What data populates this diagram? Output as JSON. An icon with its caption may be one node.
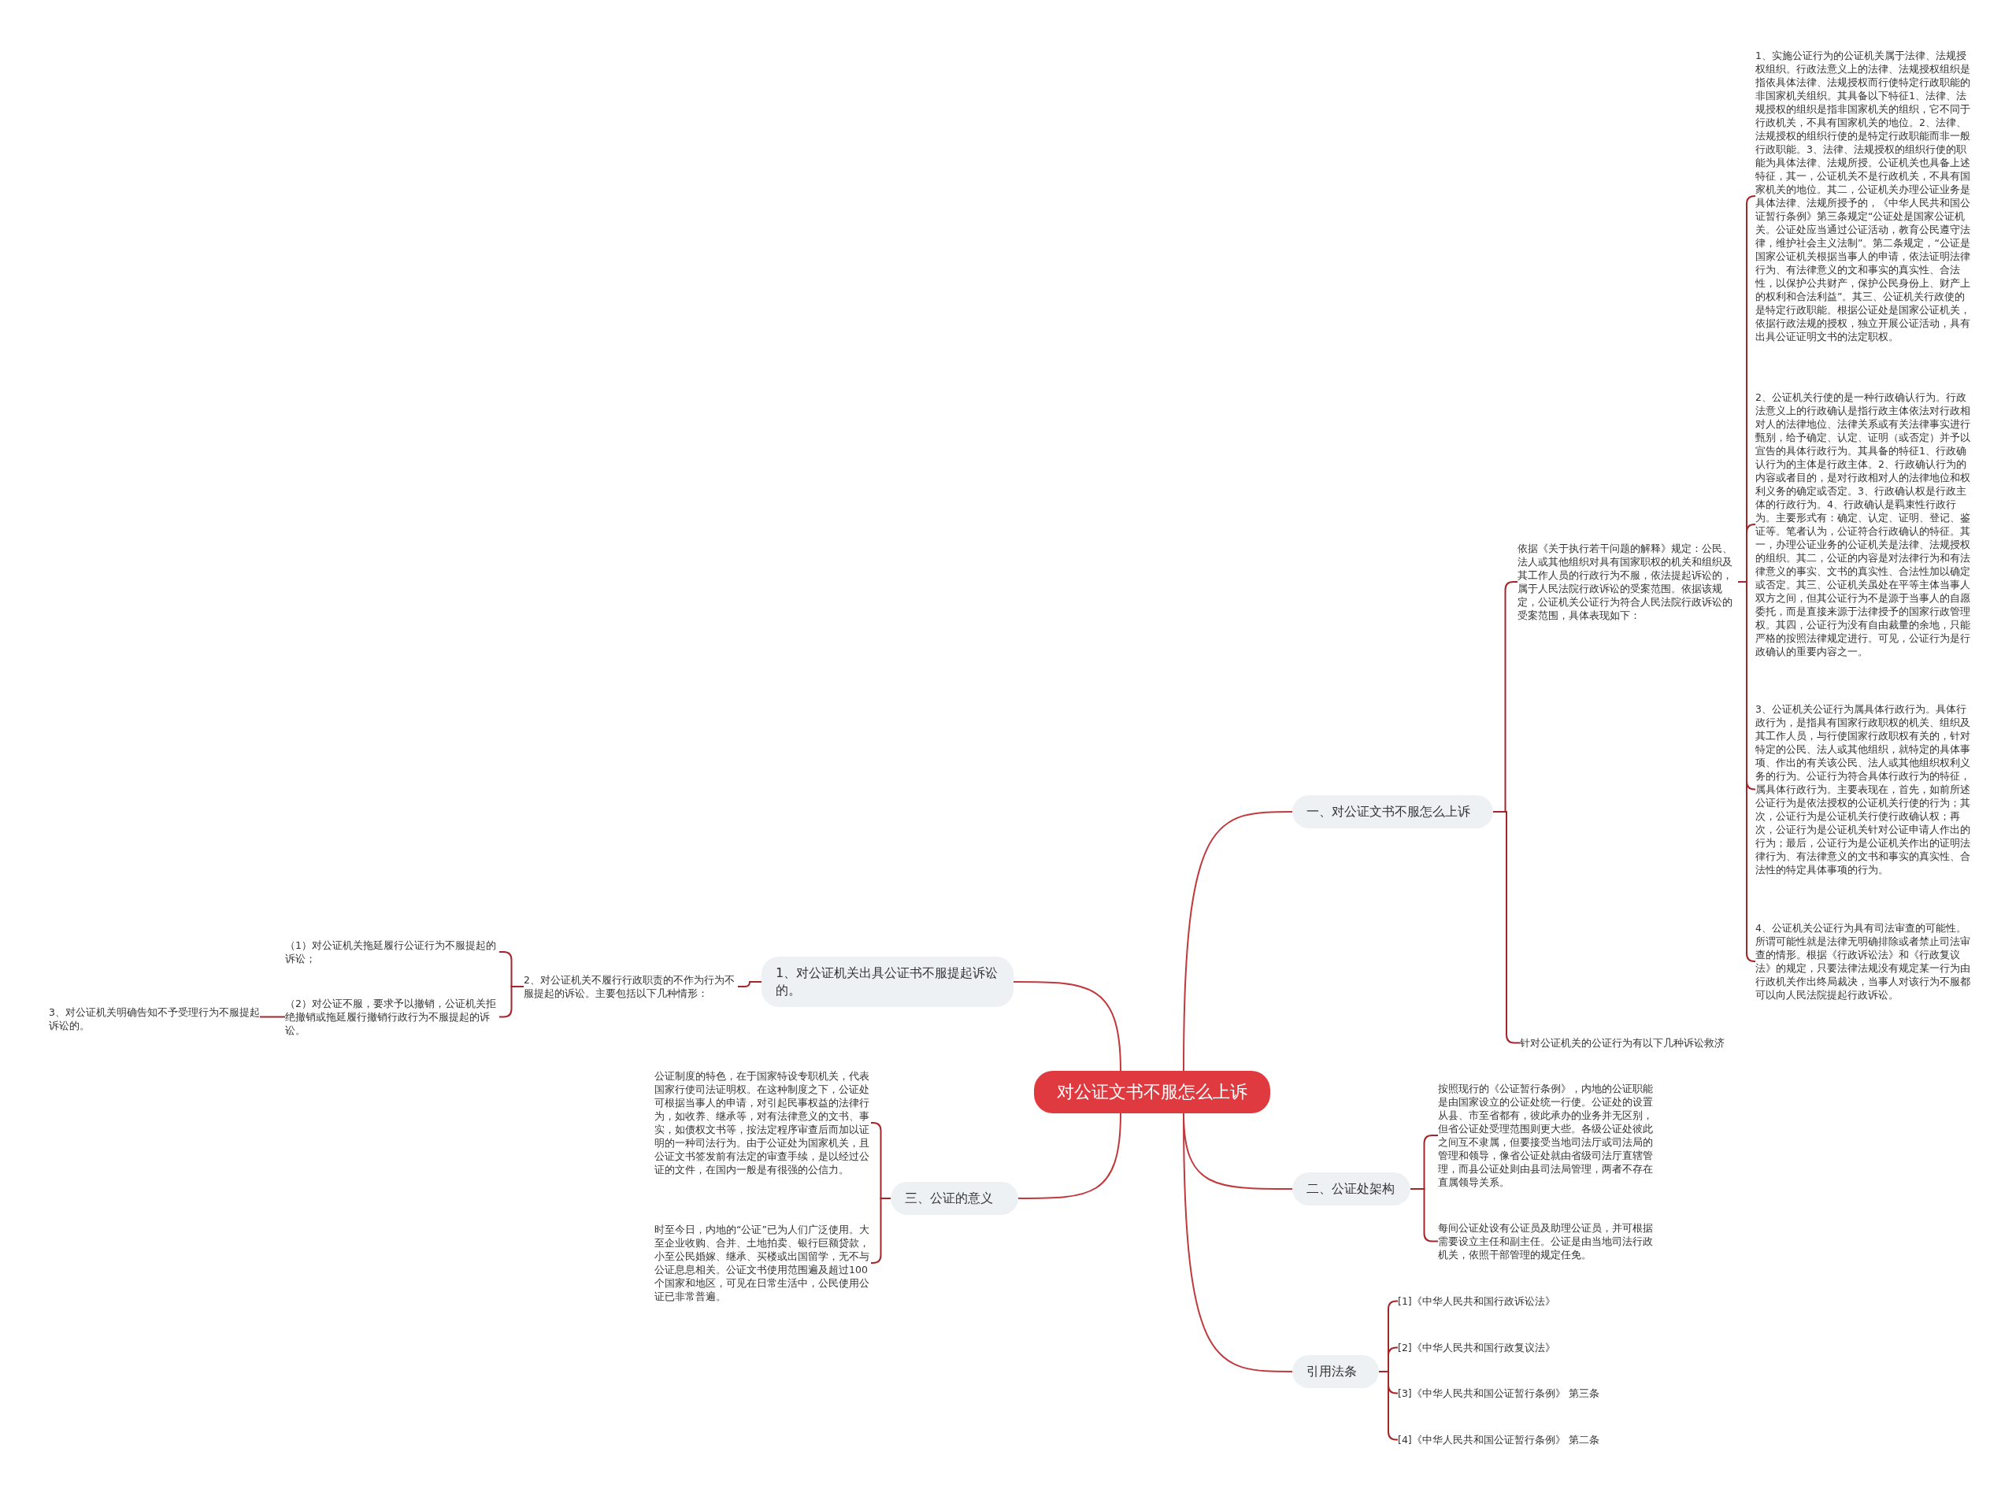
{
  "diagram": {
    "nodes": [
      {
        "text": [
          "对公证文书不服怎么上诉"
        ]
      },
      {
        "text": [
          "一、对公证文书不服怎么上诉"
        ]
      },
      {
        "text": [
          "依据《关于执行若干问题的解释》规定：公民、法人或其他组织对具有国家职权的机关和组织及其工作人员的行政行为不服，依法提起诉讼的，属于人民法院行政诉讼的受案范围。依据该规定，公证机关公证行为符合人民法院行政诉讼的受案范围，具体表现如下："
        ]
      },
      {
        "text": [
          "1、实施公证行为的公证机关属于法律、法规授权组织。行政法意义上的法律、法规授权组织是指依具体法律、法规授权而行使特定行政职能的非国家机关组织。其具备以下特征1、法律、法规授权的组织是指非国家机关的组织，它不同于行政机关，不具有国家机关的地位。2、法律、法规授权的组织行使的是特定行政职能而非一般行政职能。3、法律、法规授权的组织行使的职能为具体法律、法规所授。公证机关也具备上述特征，其一，公证机关不是行政机关，不具有国家机关的地位。其二，公证机关办理公证业务是具体法律、法规所授予的，《中华人民共和国公证暂行条例》第三条规定“公证处是国家公证机关。公证处应当通过公证活动，教育公民遵守法律，维护社会主义法制”。第二条规定，“公证是国家公证机关根据当事人的申请，依法证明法律行为、有法律意义的文和事实的真实性、合法性，以保护公共财产，保护公民身份上、财产上的权利和合法利益”。其三、公证机关行政使的是特定行政职能。根据公证处是国家公证机关，依据行政法规的授权，独立开展公证活动，具有出具公证证明文书的法定职权。"
        ]
      },
      {
        "text": [
          "2、公证机关行使的是一种行政确认行为。行政法意义上的行政确认是指行政主体依法对行政相对人的法律地位、法律关系或有关法律事实进行甄别，给予确定、认定、证明（或否定）并予以宣告的具体行政行为。其具备的特征1、行政确认行为的主体是行政主体。2、行政确认行为的内容或者目的，是对行政相对人的法律地位和权利义务的确定或否定。3、行政确认权是行政主体的行政行为。4、行政确认是羁束性行政行为。主要形式有：确定、认定、证明、登记、鉴证等。笔者认为，公证符合行政确认的特征。其一，办理公证业务的公证机关是法律、法规授权的组织。其二，公证的内容是对法律行为和有法律意义的事实、文书的真实性、合法性加以确定或否定。其三、公证机关虽处在平等主体当事人双方之间，但其公证行为不是源于当事人的自愿委托，而是直接来源于法律授予的国家行政管理权。其四，公证行为没有自由裁量的余地，只能严格的按照法律规定进行。可见，公证行为是行政确认的重要内容之一。"
        ]
      },
      {
        "text": [
          "3、公证机关公证行为属具体行政行为。具体行政行为，是指具有国家行政职权的机关、组织及其工作人员，与行使国家行政职权有关的，针对特定的公民、法人或其他组织，就特定的具体事项、作出的有关该公民、法人或其他组织权利义务的行为。公证行为符合具体行政行为的特征，属具体行政行为。主要表现在，首先，如前所述公证行为是依法授权的公证机关行使的行为；其次，公证行为是公证机关行使行政确认权；再次，公证行为是公证机关针对公证申请人作出的行为；最后，公证行为是公证机关作出的证明法律行为、有法律意义的文书和事实的真实性、合法性的特定具体事项的行为。"
        ]
      },
      {
        "text": [
          "4、公证机关公证行为具有司法审查的可能性。所谓可能性就是法律无明确排除或者禁止司法审查的情形。根据《行政诉讼法》和《行政复议法》的规定，只要法律法规没有规定某一行为由行政机关作出终局裁决，当事人对该行为不服都可以向人民法院提起行政诉讼。"
        ]
      },
      {
        "text": [
          "针对公证机关的公证行为有以下几种诉讼救济"
        ]
      },
      {
        "text": [
          "1、对公证机关出具公证书不服提起诉讼的。"
        ]
      },
      {
        "text": [
          "2、对公证机关不履行行政职责的不作为行为不服提起的诉讼。主要包括以下几种情形："
        ]
      },
      {
        "text": [
          "（1）对公证机关拖延履行公证行为不服提起的诉讼；"
        ]
      },
      {
        "text": [
          "（2）对公证不服，要求予以撤销，公证机关拒绝撤销或拖延履行撤销行政行为不服提起的诉讼。"
        ]
      },
      {
        "text": [
          "3、对公证机关明确告知不予受理行为不服提起诉讼的。"
        ]
      },
      {
        "text": [
          "二、公证处架构"
        ]
      },
      {
        "text": [
          "按照现行的《公证暂行条例》，内地的公证职能是由国家设立的公证处统一行使。公证处的设置从县、市至省都有，彼此承办的业务并无区别，但省公证处受理范围则更大些。各级公证处彼此之间互不隶属，但要接受当地司法厅或司法局的管理和领导，像省公证处就由省级司法厅直辖管理，而县公证处则由县司法局管理，两者不存在直属领导关系。"
        ]
      },
      {
        "text": [
          "每间公证处设有公证员及助理公证员，并可根据需要设立主任和副主任。公证是由当地司法行政机关，依照干部管理的规定任免。"
        ]
      },
      {
        "text": [
          "三、公证的意义"
        ]
      },
      {
        "text": [
          "公证制度的特色，在于国家特设专职机关，代表国家行使司法证明权。在这种制度之下，公证处可根据当事人的申请，对引起民事权益的法律行为，如收养、继承等，对有法律意义的文书、事实，如债权文书等，按法定程序审查后而加以证明的一种司法行为。由于公证处为国家机关，且公证文书签发前有法定的审查手续，是以经过公证的文件，在国内一般是有很强的公信力。"
        ]
      },
      {
        "text": [
          "时至今日，内地的“公证”已为人们广泛使用。大至企业收购、合并、土地拍卖、银行巨额贷款，小至公民婚嫁、继承、买楼或出国留学，无不与公证息息相关。公证文书使用范围遍及超过100个国家和地区，可见在日常生活中，公民使用公证已非常普遍。"
        ]
      },
      {
        "text": [
          "引用法条"
        ]
      },
      {
        "text": [
          "[1]《中华人民共和国行政诉讼法》"
        ]
      },
      {
        "text": [
          "[2]《中华人民共和国行政复议法》"
        ]
      },
      {
        "text": [
          "[3]《中华人民共和国公证暂行条例》 第三条"
        ]
      },
      {
        "text": [
          "[4]《中华人民共和国公证暂行条例》 第二条"
        ]
      }
    ],
    "edges": [
      {
        "from": 0,
        "to": 1,
        "arrow": "none"
      },
      {
        "from": 1,
        "to": 2,
        "arrow": "none"
      },
      {
        "from": 2,
        "to": 3,
        "arrow": "none"
      },
      {
        "from": 2,
        "to": 4,
        "arrow": "none"
      },
      {
        "from": 2,
        "to": 5,
        "arrow": "none"
      },
      {
        "from": 2,
        "to": 6,
        "arrow": "none"
      },
      {
        "from": 1,
        "to": 7,
        "arrow": "none"
      },
      {
        "from": 0,
        "to": 8,
        "arrow": "none"
      },
      {
        "from": 8,
        "to": 9,
        "arrow": "none"
      },
      {
        "from": 9,
        "to": 10,
        "arrow": "none"
      },
      {
        "from": 9,
        "to": 11,
        "arrow": "none"
      },
      {
        "from": 11,
        "to": 12,
        "arrow": "none"
      },
      {
        "from": 0,
        "to": 13,
        "arrow": "none"
      },
      {
        "from": 13,
        "to": 14,
        "arrow": "none"
      },
      {
        "from": 13,
        "to": 15,
        "arrow": "none"
      },
      {
        "from": 0,
        "to": 16,
        "arrow": "none"
      },
      {
        "from": 16,
        "to": 17,
        "arrow": "none"
      },
      {
        "from": 16,
        "to": 18,
        "arrow": "none"
      },
      {
        "from": 0,
        "to": 19,
        "arrow": "none"
      },
      {
        "from": 19,
        "to": 20,
        "arrow": "none"
      },
      {
        "from": 19,
        "to": 21,
        "arrow": "none"
      },
      {
        "from": 19,
        "to": 22,
        "arrow": "none"
      },
      {
        "from": 19,
        "to": 23,
        "arrow": "none"
      }
    ]
  }
}
